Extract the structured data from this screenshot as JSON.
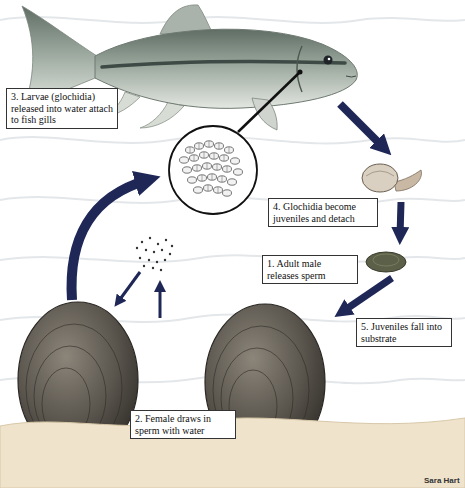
{
  "diagram": {
    "nodes": [
      {
        "text": [
          "3. Larvae (glochidia) released into water attach to fish gills"
        ]
      },
      {
        "text": [
          "4. Glochidia become juveniles and detach"
        ]
      },
      {
        "text": [
          "1. Adult male releases sperm"
        ]
      },
      {
        "text": [
          "5. Juveniles fall into substrate"
        ]
      },
      {
        "text": [
          "2. Female draws in sperm with water"
        ]
      }
    ],
    "labels": [
      "Sara Hart"
    ]
  }
}
